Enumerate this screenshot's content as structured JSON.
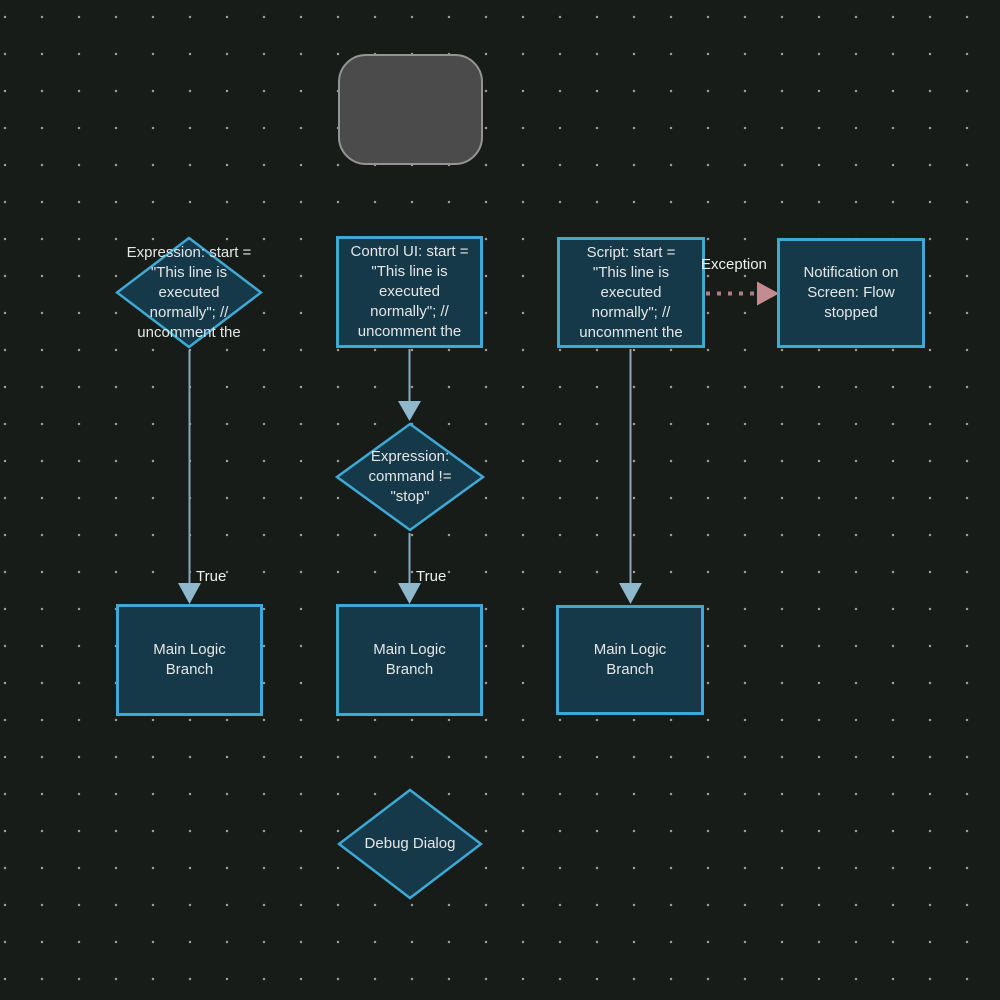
{
  "canvas": {
    "name": "flow-diagram-canvas",
    "background": "#181c18",
    "grid_dot_color": "#989c98"
  },
  "colors": {
    "node_fill": "#16394a",
    "node_border": "#3fa9d6",
    "start_node_fill": "#4b4b4b",
    "start_node_border": "#949494",
    "arrow_line": "#84a9bd",
    "arrow_head": "#8fb8cc",
    "exception_arrow": "#b27b82",
    "exception_arrow_head": "#c48b90",
    "text": "#e4e6e6"
  },
  "nodes": [
    {
      "id": "start",
      "shape": "rounded-rect",
      "label": ""
    },
    {
      "id": "expression-start",
      "shape": "diamond",
      "label": "Expression: start =\n\"This line is\nexecuted\nnormally\"; //\nuncomment the"
    },
    {
      "id": "control-ui",
      "shape": "rect",
      "label": "Control UI: start =\n\"This line is\nexecuted\nnormally\"; //\nuncomment the"
    },
    {
      "id": "script",
      "shape": "rect",
      "label": "Script: start =\n\"This line is\nexecuted\nnormally\"; //\nuncomment the"
    },
    {
      "id": "notification",
      "shape": "rect",
      "label": "Notification on\nScreen: Flow\nstopped"
    },
    {
      "id": "expression-command",
      "shape": "diamond",
      "label": "Expression:\ncommand !=\n\"stop\""
    },
    {
      "id": "main-logic-1",
      "shape": "rect",
      "label": "Main Logic\nBranch"
    },
    {
      "id": "main-logic-2",
      "shape": "rect",
      "label": "Main Logic\nBranch"
    },
    {
      "id": "main-logic-3",
      "shape": "rect",
      "label": "Main Logic\nBranch"
    },
    {
      "id": "debug-dialog",
      "shape": "diamond",
      "label": "Debug Dialog"
    }
  ],
  "edges": [
    {
      "from": "expression-start",
      "to": "main-logic-1",
      "label": "True",
      "style": "solid"
    },
    {
      "from": "control-ui",
      "to": "expression-command",
      "label": "",
      "style": "solid"
    },
    {
      "from": "expression-command",
      "to": "main-logic-2",
      "label": "True",
      "style": "solid"
    },
    {
      "from": "script",
      "to": "main-logic-3",
      "label": "",
      "style": "solid"
    },
    {
      "from": "script",
      "to": "notification",
      "label": "Exception",
      "style": "dashed"
    }
  ]
}
